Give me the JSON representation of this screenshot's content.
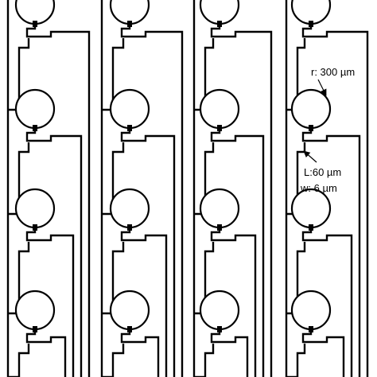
{
  "annotations": {
    "radius": "r: 300 µm",
    "length": "L:60 µm",
    "width": "w: 6 µm"
  },
  "colors": {
    "trace": "#000000",
    "background": "#ffffff"
  },
  "grid": {
    "columns": 4,
    "rows": 4
  }
}
